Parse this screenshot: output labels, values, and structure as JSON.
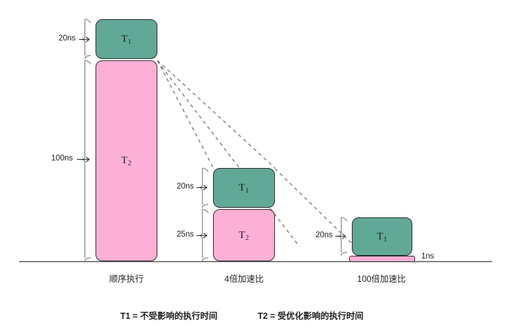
{
  "diagram": {
    "title_visible": false,
    "baseline_label": "",
    "colors": {
      "t1_fill": "#62a896",
      "t2_fill": "#fdb0d6",
      "outline": "#2b2b2b",
      "bracket": "#8a8a8a",
      "dashed": "#7a7a7a",
      "baseline": "#555555",
      "text": "#1b1b1b"
    },
    "groups": [
      {
        "id": "sequential",
        "caption": "顺序执行",
        "bars": [
          {
            "series": "T1",
            "label": "T",
            "sub": "1",
            "measure": "20ns"
          },
          {
            "series": "T2",
            "label": "T",
            "sub": "2",
            "measure": "100ns"
          }
        ]
      },
      {
        "id": "speedup-4x",
        "caption": "4倍加速比",
        "bars": [
          {
            "series": "T1",
            "label": "T",
            "sub": "1",
            "measure": "20ns"
          },
          {
            "series": "T2",
            "label": "T",
            "sub": "2",
            "measure": "25ns"
          }
        ]
      },
      {
        "id": "speedup-100x",
        "caption": "100倍加速比",
        "bars": [
          {
            "series": "T1",
            "label": "T",
            "sub": "1",
            "measure": "20ns"
          },
          {
            "series": "T2",
            "label": "",
            "sub": "",
            "measure": "1ns"
          }
        ]
      }
    ],
    "legend": [
      {
        "key": "T1",
        "text": "T1 = 不受影响的执行时间"
      },
      {
        "key": "T2",
        "text": "T2 = 受优化影响的执行时间"
      }
    ]
  },
  "chart_data": {
    "type": "bar",
    "title": "",
    "xlabel": "",
    "ylabel": "",
    "unit": "ns",
    "categories": [
      "顺序执行",
      "4倍加速比",
      "100倍加速比"
    ],
    "series": [
      {
        "name": "T1",
        "values": [
          20,
          20,
          20
        ]
      },
      {
        "name": "T2",
        "values": [
          100,
          25,
          1
        ]
      }
    ],
    "totals": [
      120,
      45,
      21
    ],
    "stacked": true,
    "grid": false,
    "legend_position": "bottom"
  }
}
